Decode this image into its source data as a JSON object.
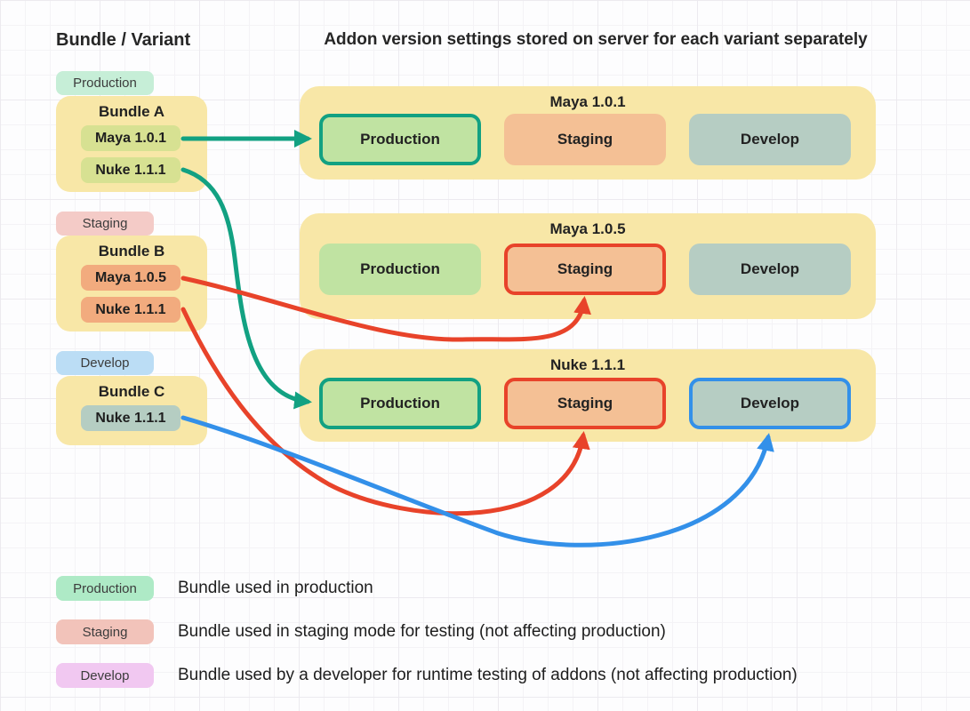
{
  "header": {
    "left": "Bundle / Variant",
    "right": "Addon version settings stored on server for each variant separately"
  },
  "bundles": [
    {
      "tag": "Production",
      "name": "Bundle A",
      "addons": [
        "Maya 1.0.1",
        "Nuke 1.1.1"
      ]
    },
    {
      "tag": "Staging",
      "name": "Bundle B",
      "addons": [
        "Maya 1.0.5",
        "Nuke 1.1.1"
      ]
    },
    {
      "tag": "Develop",
      "name": "Bundle C",
      "addons": [
        "Nuke 1.1.1"
      ]
    }
  ],
  "variants": [
    {
      "title": "Maya 1.0.1",
      "slots": [
        {
          "label": "Production",
          "active": true
        },
        {
          "label": "Staging",
          "active": false
        },
        {
          "label": "Develop",
          "active": false
        }
      ]
    },
    {
      "title": "Maya 1.0.5",
      "slots": [
        {
          "label": "Production",
          "active": false
        },
        {
          "label": "Staging",
          "active": true
        },
        {
          "label": "Develop",
          "active": false
        }
      ]
    },
    {
      "title": "Nuke 1.1.1",
      "slots": [
        {
          "label": "Production",
          "active": true
        },
        {
          "label": "Staging",
          "active": true
        },
        {
          "label": "Develop",
          "active": true
        }
      ]
    }
  ],
  "connections": [
    {
      "from": "Bundle A / Maya 1.0.1",
      "to": "Maya 1.0.1 / Production",
      "color": "teal"
    },
    {
      "from": "Bundle A / Nuke 1.1.1",
      "to": "Nuke 1.1.1 / Production",
      "color": "teal"
    },
    {
      "from": "Bundle B / Maya 1.0.5",
      "to": "Maya 1.0.5 / Staging",
      "color": "red"
    },
    {
      "from": "Bundle B / Nuke 1.1.1",
      "to": "Nuke 1.1.1 / Staging",
      "color": "red"
    },
    {
      "from": "Bundle C / Nuke 1.1.1",
      "to": "Nuke 1.1.1 / Develop",
      "color": "blue"
    }
  ],
  "legend": [
    {
      "chip": "Production",
      "text": "Bundle used in production"
    },
    {
      "chip": "Staging",
      "text": "Bundle used in staging mode for testing (not affecting production)"
    },
    {
      "chip": "Develop",
      "text": "Bundle used by a developer for runtime testing of addons (not affecting production)"
    }
  ],
  "colors": {
    "accent_teal": "#12a182",
    "accent_red": "#e8432a",
    "accent_blue": "#3390e9",
    "container_yellow": "#f8e7a7",
    "slot_production": "#c0e3a2",
    "slot_staging": "#f4c095",
    "slot_develop": "#b6cdc3",
    "chip_bundle_a": "#d7e192",
    "chip_bundle_b": "#f2ab7e",
    "chip_bundle_c": "#b5cdc2",
    "tag_production": "#c6eed7",
    "tag_staging": "#f4cbc7",
    "tag_develop": "#bbddf5",
    "legend_production": "#aeeac6",
    "legend_staging": "#f2c3ba",
    "legend_develop": "#f1c8f1"
  }
}
